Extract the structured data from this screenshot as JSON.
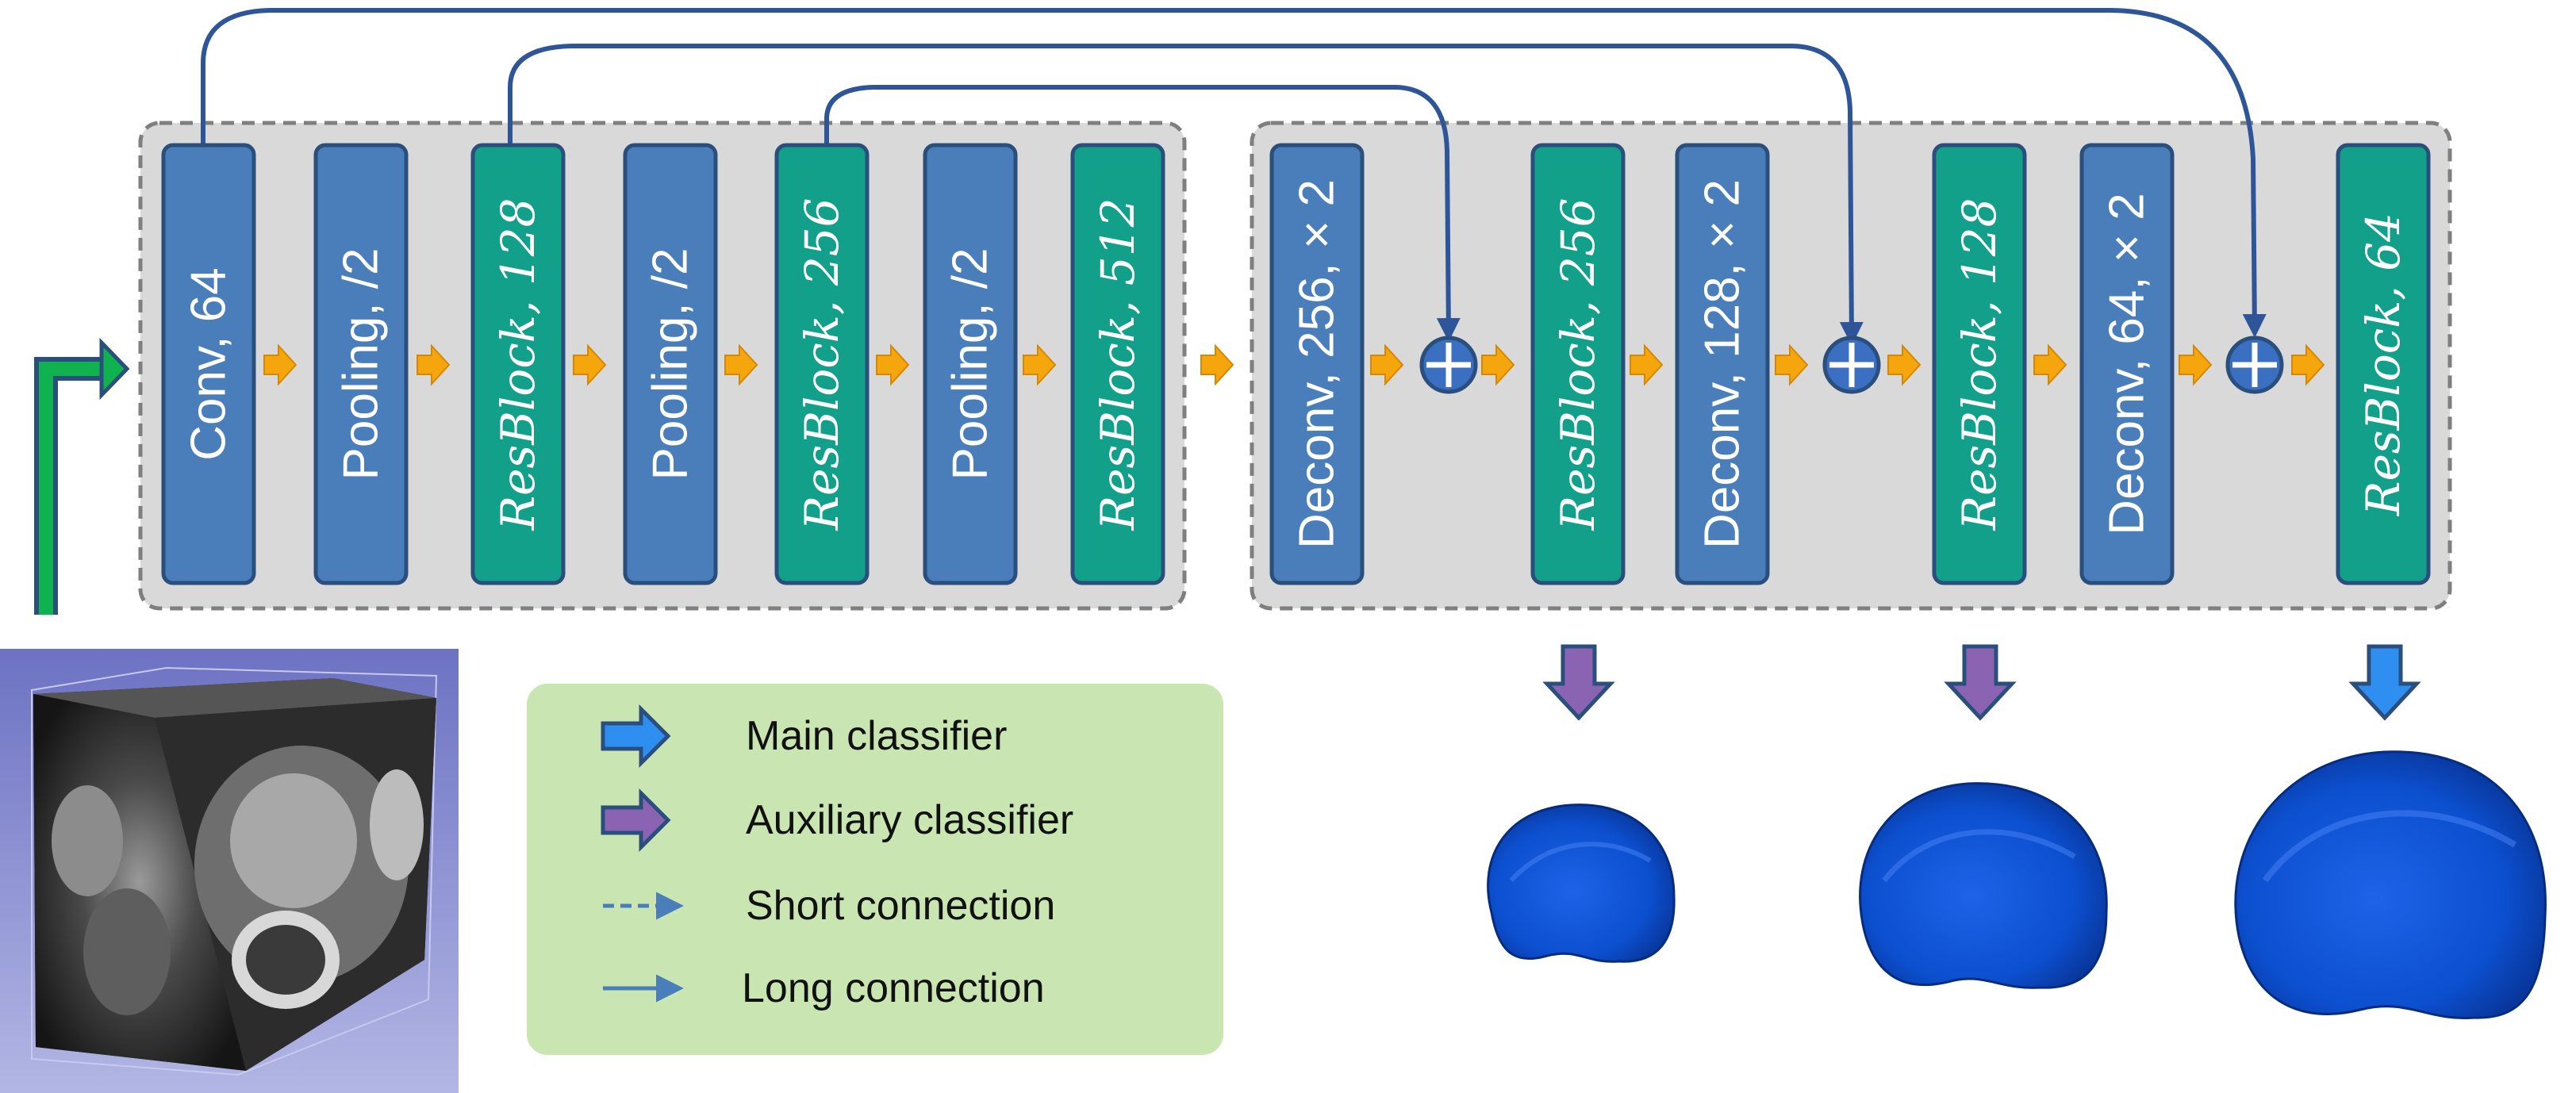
{
  "colors": {
    "conv_blue": "#4a7ebb",
    "res_teal": "#13a08a",
    "block_border": "#2b4f7c",
    "panel_fill": "#d9d9d9",
    "panel_border": "#7f7f7f",
    "flow_arrow": "#f5a60c",
    "skip_line": "#2e5597",
    "main_classifier": "#2f8ff0",
    "aux_classifier": "#8a63b3",
    "legend_bg": "#c9e6b2",
    "input_arrow": "#10b24f",
    "mesh_blue": "#0f52d6"
  },
  "encoder": {
    "blocks": [
      {
        "label": "Conv, 64",
        "kind": "conv"
      },
      {
        "label": "Pooling, /2",
        "kind": "conv"
      },
      {
        "label": "ResBlock, 128",
        "kind": "res"
      },
      {
        "label": "Pooling, /2",
        "kind": "conv"
      },
      {
        "label": "ResBlock, 256",
        "kind": "res"
      },
      {
        "label": "Pooling, /2",
        "kind": "conv"
      },
      {
        "label": "ResBlock, 512",
        "kind": "res"
      }
    ]
  },
  "decoder": {
    "blocks": [
      {
        "label": "Deconv, 256, × 2",
        "kind": "conv"
      },
      {
        "label": "ResBlock, 256",
        "kind": "res"
      },
      {
        "label": "Deconv, 128, × 2",
        "kind": "conv"
      },
      {
        "label": "ResBlock, 128",
        "kind": "res"
      },
      {
        "label": "Deconv, 64, × 2",
        "kind": "conv"
      },
      {
        "label": "ResBlock, 64",
        "kind": "res"
      }
    ]
  },
  "legend": {
    "main_classifier": "Main classifier",
    "auxiliary_classifier": "Auxiliary classifier",
    "short_connection": "Short connection",
    "long_connection": "Long connection"
  },
  "icons": {
    "sum": "circle-plus-icon",
    "flow": "orange-right-arrow-icon",
    "input": "green-elbow-arrow-icon",
    "classifier": "down-arrow-icon"
  }
}
